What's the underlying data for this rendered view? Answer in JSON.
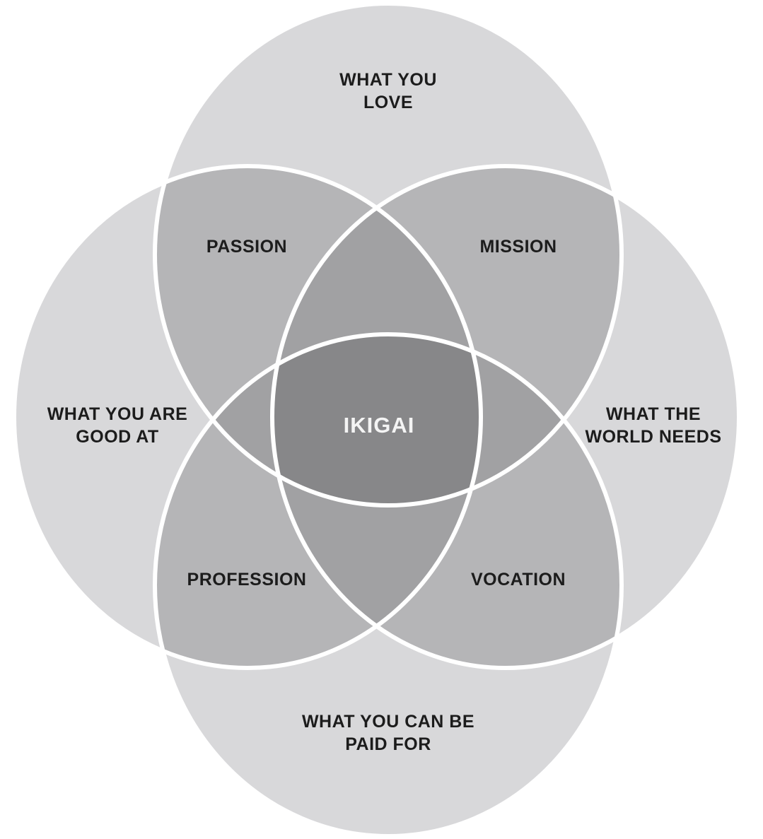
{
  "diagram": {
    "circles": {
      "top": [
        "WHAT YOU",
        "LOVE"
      ],
      "left": [
        "WHAT YOU ARE",
        "GOOD AT"
      ],
      "right": [
        "WHAT THE",
        "WORLD NEEDS"
      ],
      "bottom": [
        "WHAT YOU CAN BE",
        "PAID FOR"
      ]
    },
    "overlaps": {
      "top_left": "PASSION",
      "top_right": "MISSION",
      "bottom_left": "PROFESSION",
      "bottom_right": "VOCATION"
    },
    "center": "IKIGAI"
  },
  "colors": {
    "circle_fill": "#d8d8da",
    "outline": "#ffffff",
    "overlap_two": "#b5b5b7",
    "overlap_three": "#a1a1a3",
    "overlap_four": "#878789",
    "text": "#1c1c1c",
    "center_text": "#f4f4f4"
  }
}
